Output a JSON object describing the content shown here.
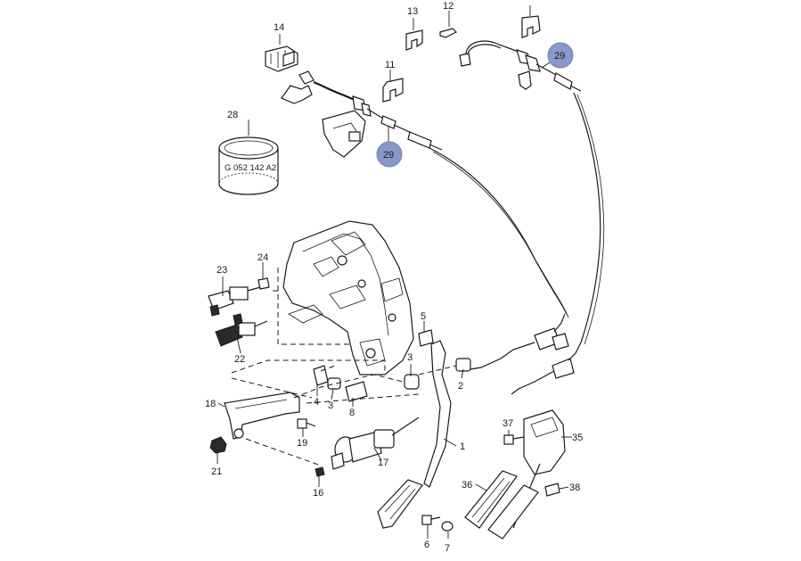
{
  "labels": {
    "p1": "1",
    "p2": "2",
    "p3a": "3",
    "p3b": "3",
    "p4": "4",
    "p5": "5",
    "p6": "6",
    "p7": "7",
    "p8": "8",
    "p11": "11",
    "p12": "12",
    "p13": "13",
    "p14": "14",
    "p16": "16",
    "p17": "17",
    "p18": "18",
    "p19": "19",
    "p21": "21",
    "p22": "22",
    "p23": "23",
    "p24": "24",
    "p28": "28",
    "p35": "35",
    "p36": "36",
    "p37": "37",
    "p38": "38"
  },
  "highlighted": {
    "a": "29",
    "b": "29"
  },
  "part_marking": "G 052 142 A2",
  "colors": {
    "highlight": "#8a97c9",
    "ink": "#1a1a1a"
  }
}
